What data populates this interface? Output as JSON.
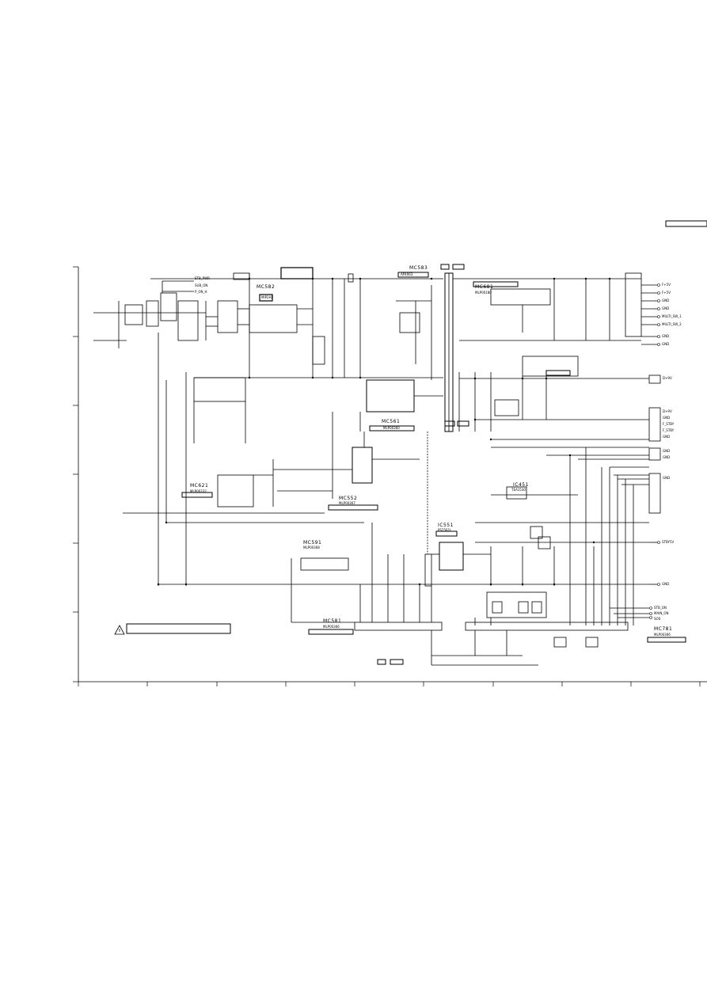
{
  "ics": [
    {
      "ref": "MC582",
      "code": "MIP2H2"
    },
    {
      "ref": "MC583",
      "code": "AP4063"
    },
    {
      "ref": "MC681",
      "code": "MLP00180"
    },
    {
      "ref": "MC561",
      "code": "MLP00360"
    },
    {
      "ref": "MC621",
      "code": "MLP00332"
    },
    {
      "ref": "MC552",
      "code": "MLP00367"
    },
    {
      "ref": "MC591",
      "code": "MLP00368"
    },
    {
      "ref": "MC581",
      "code": "MLP00366"
    },
    {
      "ref": "MC781",
      "code": "MLP00366"
    },
    {
      "ref": "IC451",
      "code": "TEA1530"
    },
    {
      "ref": "IC551",
      "code": "PS2561L"
    }
  ],
  "connectors": {
    "right_top": [
      "F+5V",
      "F+5V",
      "GND",
      "GND",
      "GND",
      "GND",
      "MULTI_SW_1",
      "MULTI_SW_2"
    ],
    "right_mid": [
      "D+9V",
      "D+9V",
      "GND",
      "GND",
      "F_STBY",
      "F_STBY",
      "GND",
      "GND",
      "GND"
    ],
    "right_low": [
      "STBY5V",
      "GND",
      "STB_ON",
      "MAIN_ON",
      "SOS"
    ]
  },
  "net_labels": [
    "STB_PWR",
    "SUB_ON",
    "P_ON_H"
  ]
}
